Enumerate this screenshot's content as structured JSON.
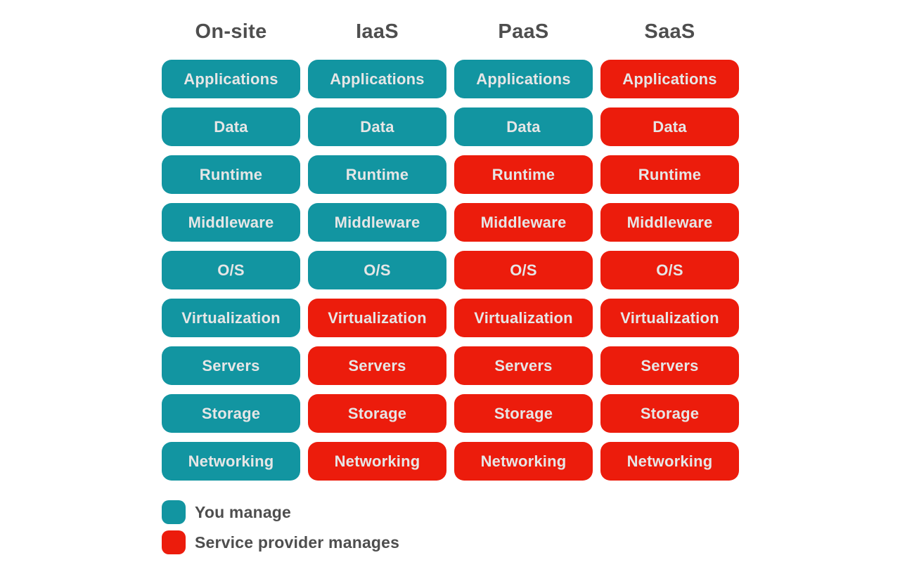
{
  "columns": [
    {
      "label": "On-site",
      "cells": [
        "you",
        "you",
        "you",
        "you",
        "you",
        "you",
        "you",
        "you",
        "you"
      ]
    },
    {
      "label": "IaaS",
      "cells": [
        "you",
        "you",
        "you",
        "you",
        "you",
        "provider",
        "provider",
        "provider",
        "provider"
      ]
    },
    {
      "label": "PaaS",
      "cells": [
        "you",
        "you",
        "provider",
        "provider",
        "provider",
        "provider",
        "provider",
        "provider",
        "provider"
      ]
    },
    {
      "label": "SaaS",
      "cells": [
        "provider",
        "provider",
        "provider",
        "provider",
        "provider",
        "provider",
        "provider",
        "provider",
        "provider"
      ]
    }
  ],
  "rows": [
    "Applications",
    "Data",
    "Runtime",
    "Middleware",
    "O/S",
    "Virtualization",
    "Servers",
    "Storage",
    "Networking"
  ],
  "legend": [
    {
      "key": "you",
      "label": "You manage",
      "color": "#1295A1"
    },
    {
      "key": "provider",
      "label": "Service provider manages",
      "color": "#EC1C0C"
    }
  ],
  "colors": {
    "you": "#1295A1",
    "provider": "#EC1C0C",
    "pill_text": "#E6E6E6",
    "heading_text": "#4E4E4E"
  }
}
